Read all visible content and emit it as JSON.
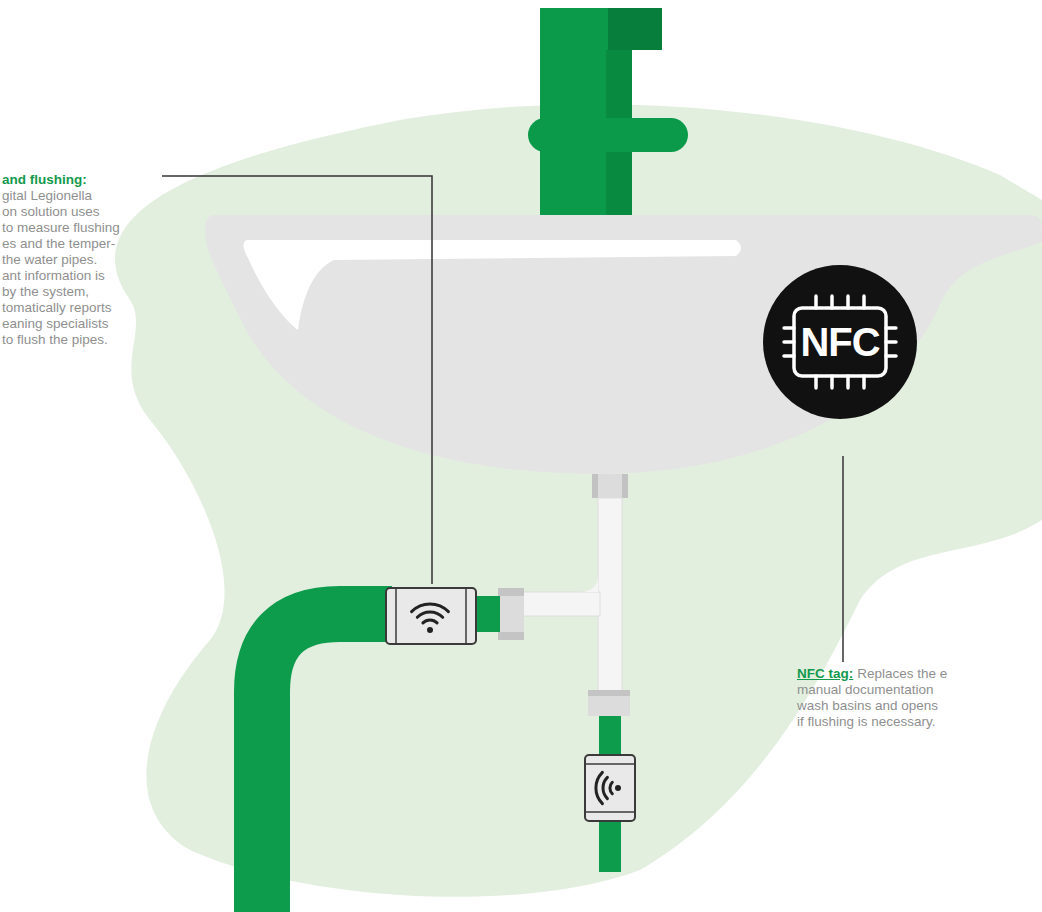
{
  "diagram": {
    "nodes": [
      {
        "text": [
          "NFC"
        ]
      }
    ],
    "labels": [
      "and flushing:",
      "gital Legionella on solution uses to measure flushing es and the temper- the water pipes. ant information is by the system, tomatically reports eaning specialists to flush the pipes.",
      "NFC tag:",
      "Replaces the e manual documentation wash basins and opens if flushing is necessary."
    ]
  }
}
